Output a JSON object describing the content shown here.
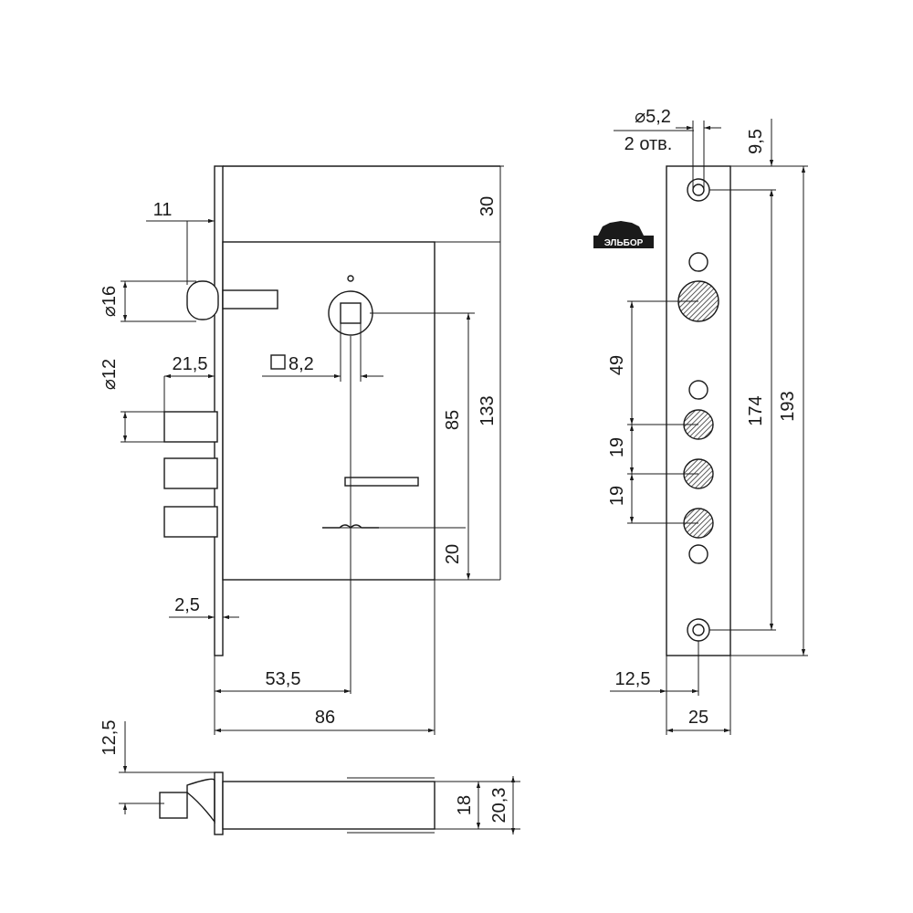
{
  "front_view": {
    "dims": {
      "d30": "30",
      "d11": "11",
      "d16": "⌀16",
      "d12": "⌀12",
      "d21_5": "21,5",
      "sq8_2": "8,2",
      "d85": "85",
      "d133": "133",
      "d20": "20",
      "d2_5": "2,5",
      "d53_5": "53,5",
      "d86": "86"
    }
  },
  "faceplate_view": {
    "brand_logo": "ЭЛЬБОР",
    "dims": {
      "hole_dia": "⌀5,2",
      "hole_count": "2 отв.",
      "d9_5": "9,5",
      "d49": "49",
      "d19a": "19",
      "d19b": "19",
      "d174": "174",
      "d193": "193",
      "d12_5": "12,5",
      "d25": "25"
    }
  },
  "bottom_view": {
    "dims": {
      "d12_5": "12,5",
      "d18": "18",
      "d20_3": "20,3"
    }
  }
}
